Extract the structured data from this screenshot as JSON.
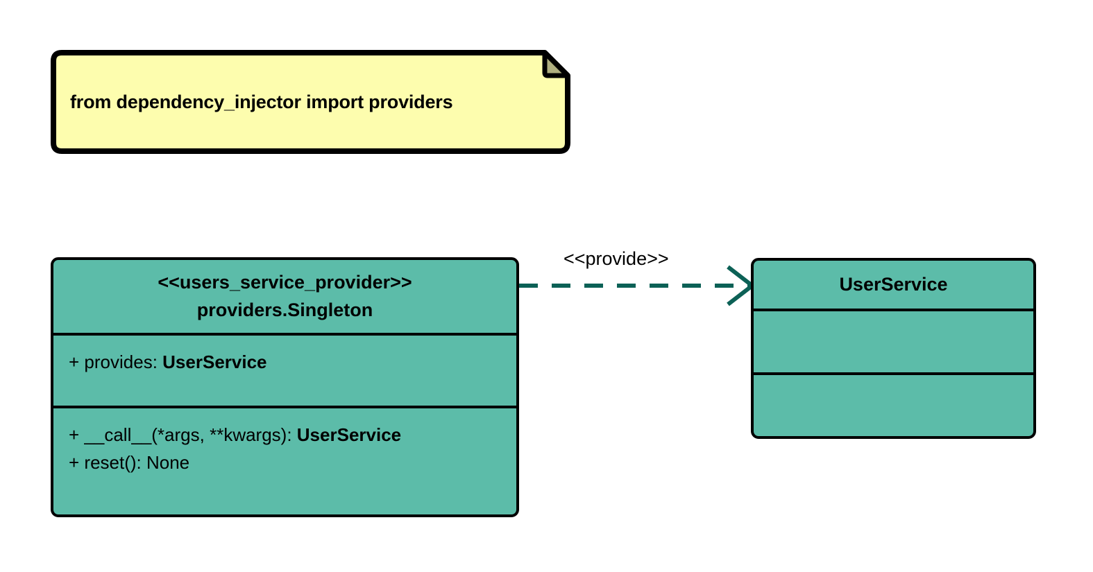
{
  "diagram": {
    "type": "uml-class-diagram",
    "background_color": "#ffffff",
    "note": {
      "text": "from dependency_injector import providers",
      "fill_color": "#FDFDAE",
      "border_color": "#000000",
      "fold_color": "#AFAF7F"
    },
    "classes": [
      {
        "id": "users-service-provider",
        "stereotype": "<<users_service_provider>>",
        "name": "providers.Singleton",
        "fill_color": "#5CBCA9",
        "border_color": "#000000",
        "attributes": [
          {
            "visibility": "+",
            "label": "provides: ",
            "type": "UserService"
          }
        ],
        "operations": [
          {
            "visibility": "+",
            "label": "__call__(*args, **kwargs): ",
            "type": "UserService",
            "type_bold": true
          },
          {
            "visibility": "+",
            "label": "reset(): None",
            "type": "",
            "type_bold": false
          }
        ]
      },
      {
        "id": "user-service",
        "stereotype": "",
        "name": "UserService",
        "fill_color": "#5CBCA9",
        "border_color": "#000000",
        "attributes": [],
        "operations": []
      }
    ],
    "relationships": [
      {
        "id": "provide-dependency",
        "label": "<<provide>>",
        "from": "users-service-provider",
        "to": "user-service",
        "line_style": "dashed",
        "arrow_head": "open",
        "color": "#0C6156"
      }
    ]
  }
}
